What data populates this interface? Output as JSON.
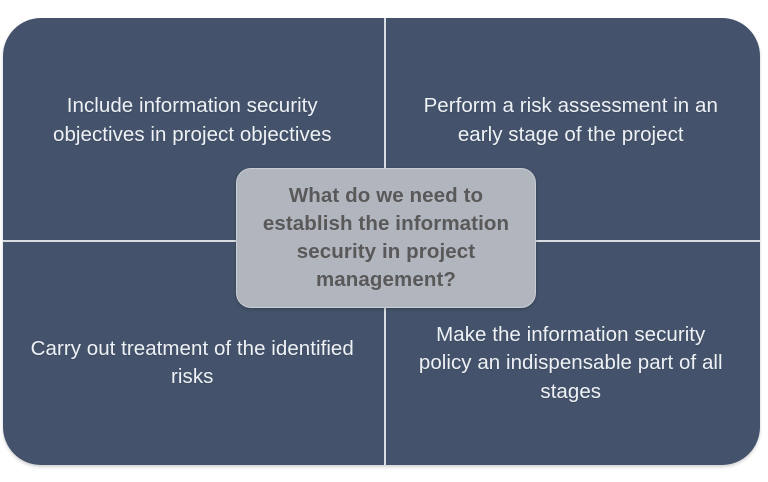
{
  "diagram": {
    "type": "four-quadrant-hub-and-spoke",
    "center": {
      "question": "What do we need to establish the information security in project management?"
    },
    "quadrants": [
      {
        "position": "top-left",
        "text": "Include information security objectives in project objectives"
      },
      {
        "position": "top-right",
        "text": "Perform a risk assessment in an early stage of the project"
      },
      {
        "position": "bottom-left",
        "text": "Carry out treatment of the identified risks"
      },
      {
        "position": "bottom-right",
        "text": "Make the information security policy an indispensable part of all stages"
      }
    ],
    "colors": {
      "panel_background": "#44536b",
      "quadrant_text": "#eef1f5",
      "center_box_background": "#b1b5be",
      "center_box_border": "#c9ccd3",
      "center_text": "#595959",
      "divider": "#d8dde4",
      "page_background": "#ffffff"
    }
  }
}
